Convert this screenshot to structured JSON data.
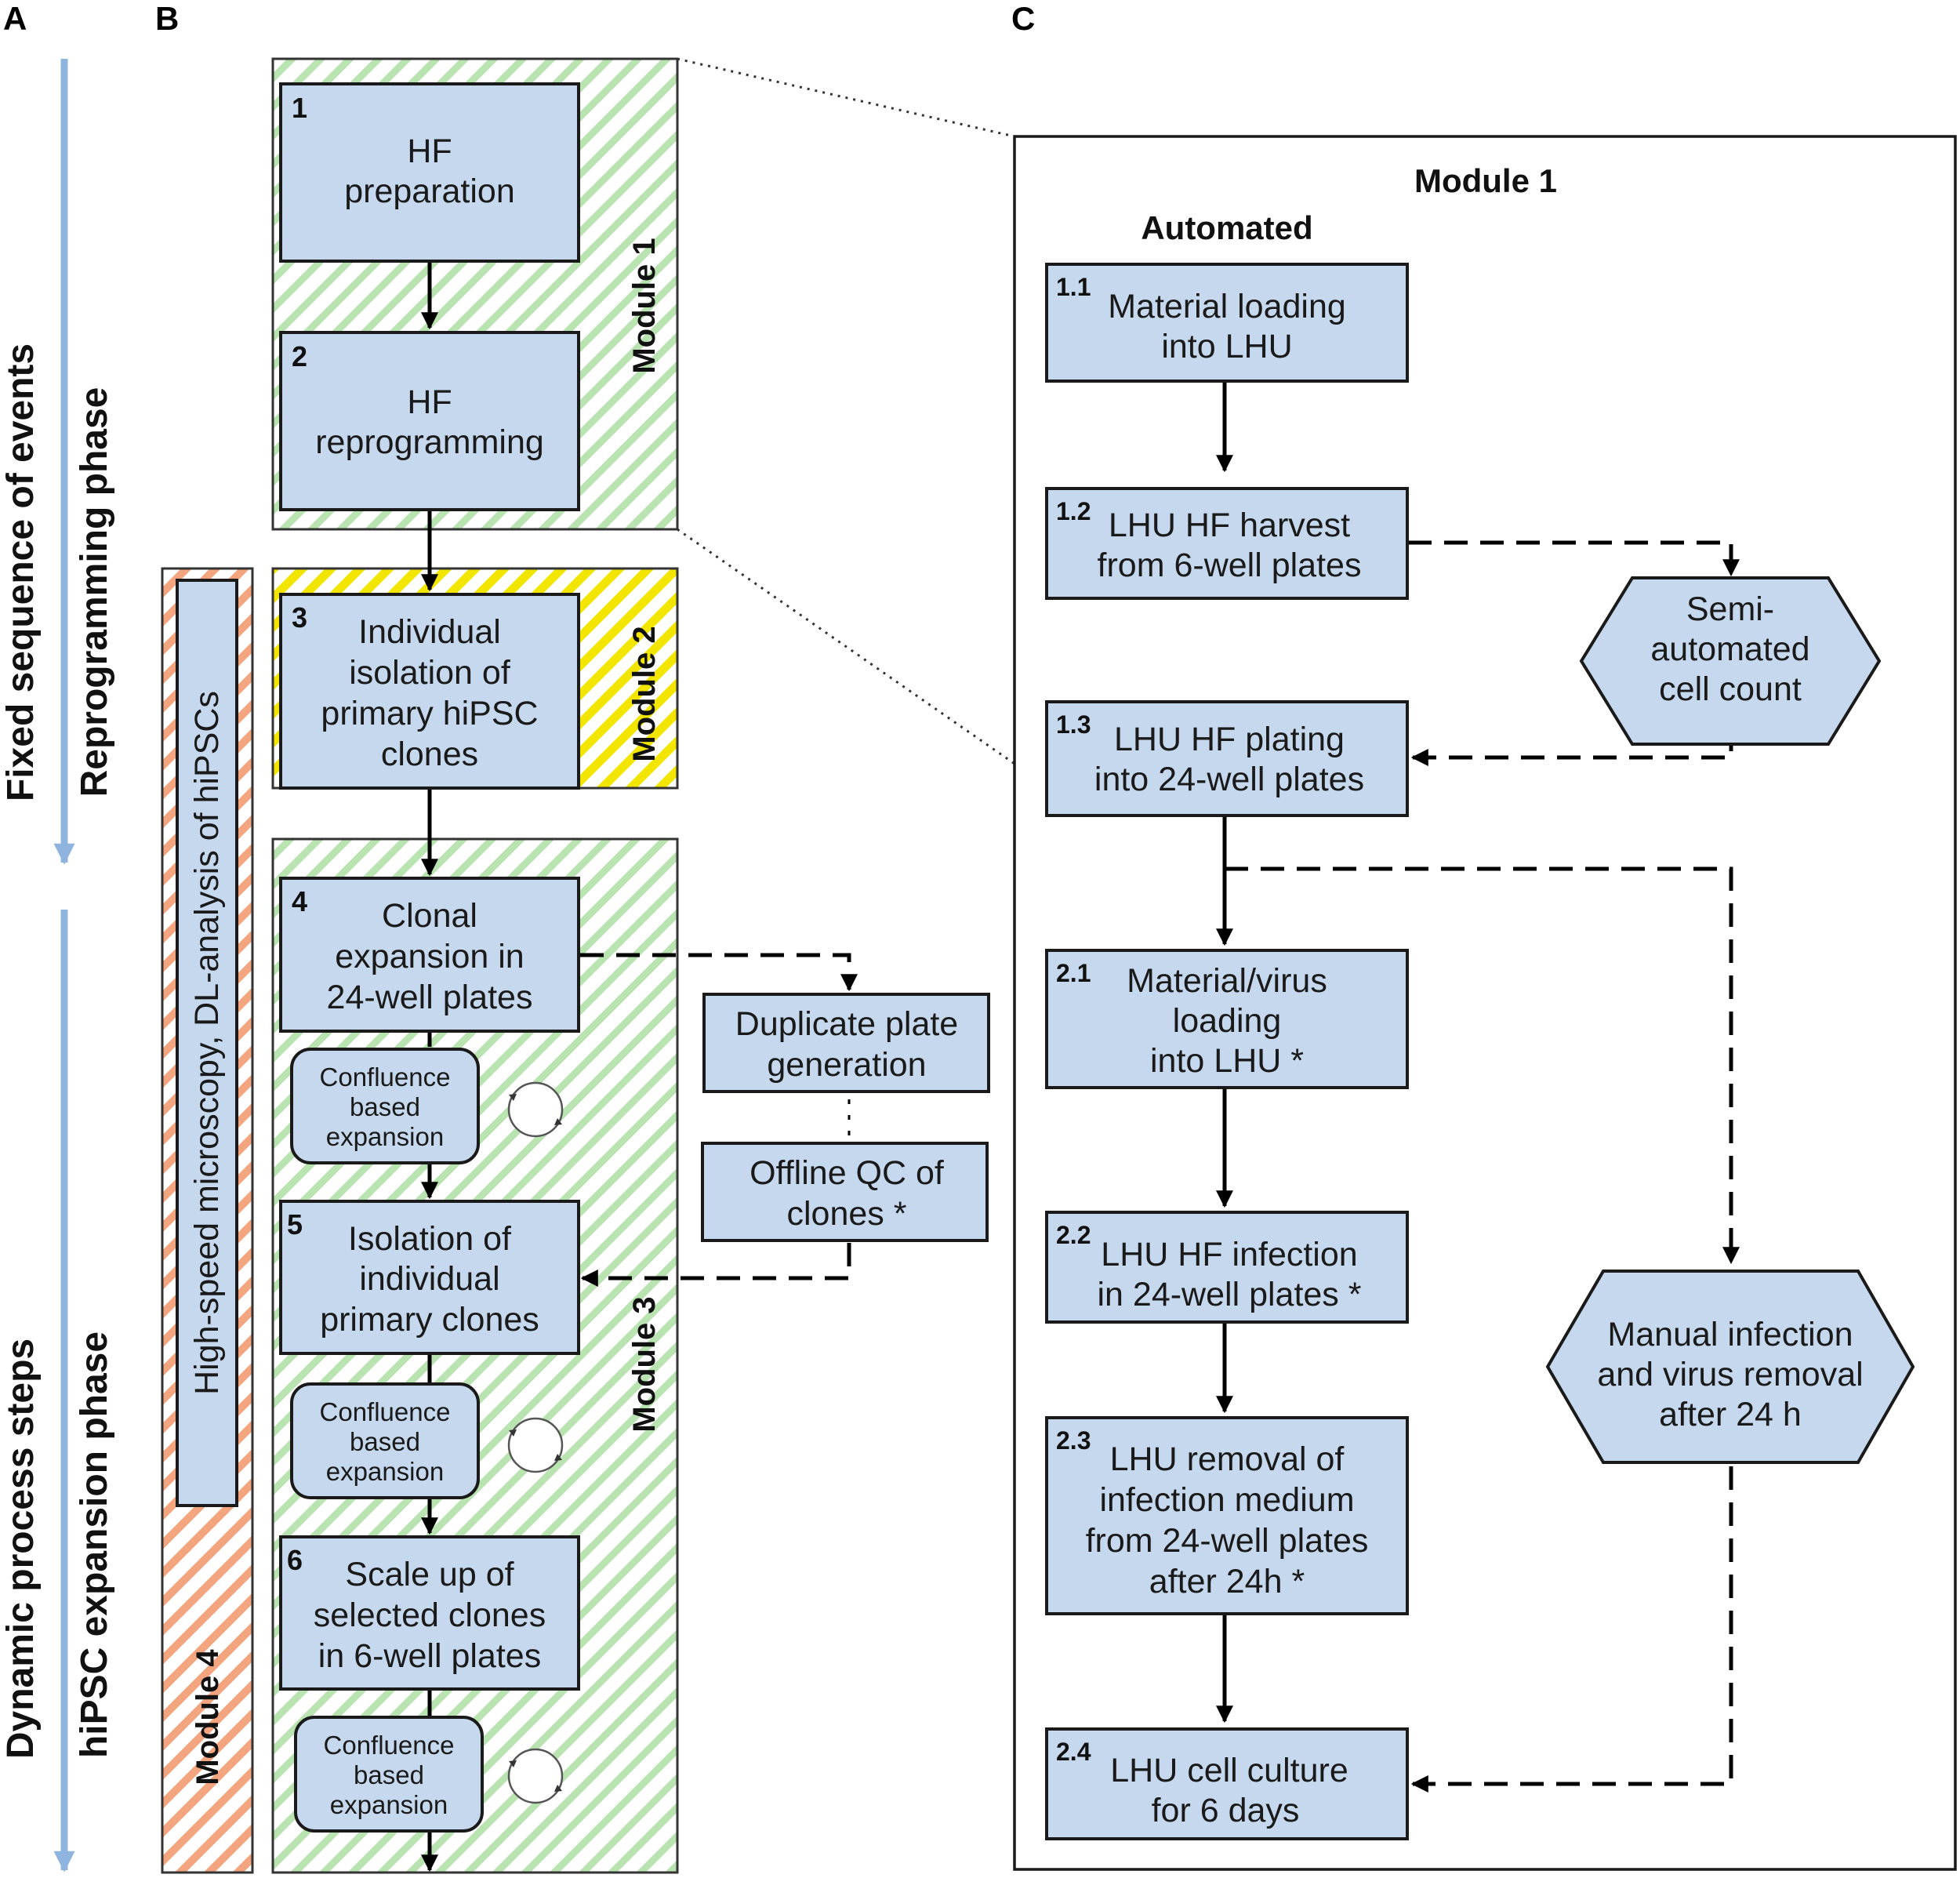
{
  "panels": {
    "a": "A",
    "b": "B",
    "c": "C"
  },
  "side_labels": {
    "fixed": "Fixed sequence of events",
    "reprog": "Reprogramming phase",
    "dynamic": "Dynamic process steps",
    "expansion": "hiPSC expansion phase"
  },
  "modules": {
    "m1": "Module 1",
    "m2": "Module 2",
    "m3": "Module 3",
    "m4": "Module 4"
  },
  "module4_bar": "High-speed microscopy, DL-analysis of hiPSCs",
  "steps_b": [
    {
      "num": "1",
      "lines": [
        "HF",
        "preparation"
      ]
    },
    {
      "num": "2",
      "lines": [
        "HF",
        "reprogramming"
      ]
    },
    {
      "num": "3",
      "lines": [
        "Individual",
        "isolation of",
        "primary hiPSC",
        "clones"
      ]
    },
    {
      "num": "4",
      "lines": [
        "Clonal",
        "expansion in",
        "24-well plates"
      ]
    },
    {
      "num": "5",
      "lines": [
        "Isolation of",
        "individual",
        "primary clones"
      ]
    },
    {
      "num": "6",
      "lines": [
        "Scale up of",
        "selected clones",
        "in 6-well plates"
      ]
    }
  ],
  "confluence": [
    "Confluence",
    "based",
    "expansion"
  ],
  "side_boxes_b": {
    "duplicate": [
      "Duplicate plate",
      "generation"
    ],
    "offline": [
      "Offline QC of",
      "clones *"
    ]
  },
  "panel_c": {
    "title": "Module 1",
    "subtitle": "Automated",
    "steps": [
      {
        "num": "1.1",
        "lines": [
          "Material loading",
          "into LHU"
        ]
      },
      {
        "num": "1.2",
        "lines": [
          "LHU HF harvest",
          "from 6-well plates"
        ]
      },
      {
        "num": "1.3",
        "lines": [
          "LHU HF plating",
          "into 24-well plates"
        ]
      },
      {
        "num": "2.1",
        "lines": [
          "Material/virus",
          "loading",
          "into LHU *"
        ]
      },
      {
        "num": "2.2",
        "lines": [
          "LHU HF infection",
          "in 24-well plates *"
        ]
      },
      {
        "num": "2.3",
        "lines": [
          "LHU removal of",
          "infection medium",
          "from 24-well plates",
          "after 24h *"
        ]
      },
      {
        "num": "2.4",
        "lines": [
          "LHU cell culture",
          "for 6 days"
        ]
      }
    ],
    "hex_count": [
      "Semi-",
      "automated",
      "cell count"
    ],
    "hex_manual": [
      "Manual infection",
      "and virus removal",
      "after 24 h"
    ]
  },
  "colors": {
    "box_fill": "#c5d8ee",
    "module_green": "#b9e3b0",
    "module_yellow": "#f2e600",
    "module_orange": "#f2a57e",
    "timeline_arrow": "#8fb4e0"
  }
}
